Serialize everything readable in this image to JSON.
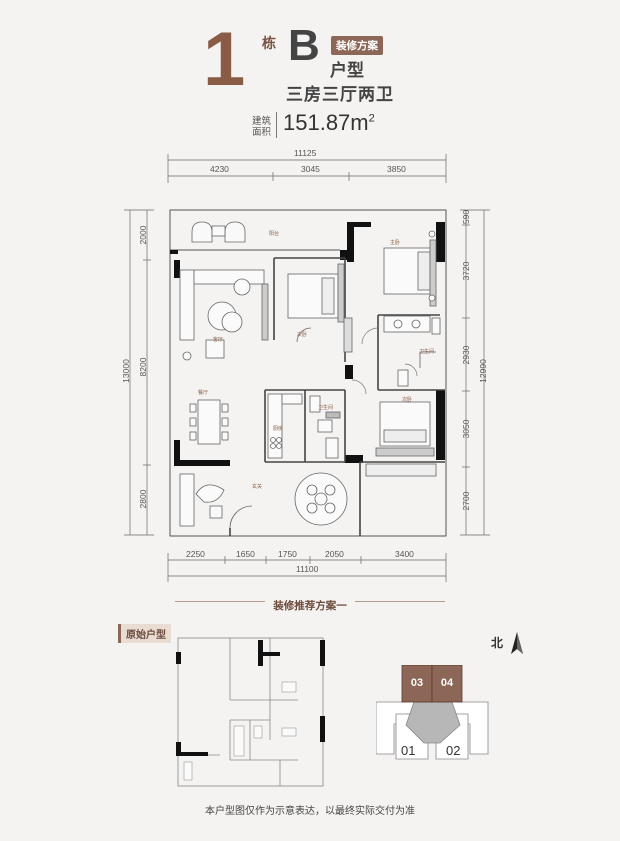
{
  "header": {
    "building_number": "1",
    "building_suffix": "栋",
    "unit_letter": "B",
    "tag": "装修方案",
    "unit_type_label": "户型",
    "rooms": "三房三厅两卫",
    "area_label_line1": "建筑",
    "area_label_line2": "面积",
    "area_value": "151.87m",
    "area_unit_sup": "2"
  },
  "dimensions": {
    "top_total": "11125",
    "top_segments": [
      "4230",
      "3045",
      "3850"
    ],
    "bottom_segments": [
      "2250",
      "1650",
      "1750",
      "2050",
      "3400"
    ],
    "bottom_total": "11100",
    "left_total": "13000",
    "left_inner": "8200",
    "left_top": "2000",
    "left_bottom": "2800",
    "right_segments": [
      "590",
      "3720",
      "2930",
      "3050",
      "2700"
    ],
    "right_total": "12990"
  },
  "rooms_labels": {
    "balcony": "阳台",
    "master_bedroom": "主卧",
    "bedroom_1": "次卧",
    "bedroom_2": "次卧",
    "living_room": "客厅",
    "dining_room": "餐厅",
    "kitchen": "厨房",
    "bathroom_1": "卫生间",
    "bathroom_2": "卫生间",
    "foyer": "玄关"
  },
  "scheme_title": "装修推荐方案一",
  "original_plan_label": "原始户型",
  "north_label": "北",
  "keyplan": {
    "units": [
      "03",
      "04",
      "01",
      "02"
    ],
    "highlight_color": "#8c6656"
  },
  "footer": "本户型图仅作为示意表达，以最终实际交付为准"
}
